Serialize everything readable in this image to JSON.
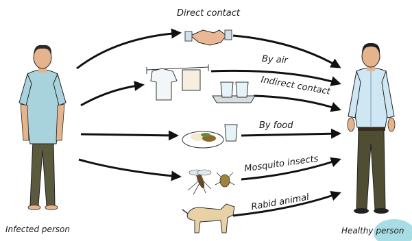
{
  "people": {
    "source_label": "Infected person",
    "target_label": "Healthy person"
  },
  "routes": [
    {
      "label": "Direct contact",
      "icon": "handshake-icon"
    },
    {
      "label": "By air",
      "icon": "clothesline-icon"
    },
    {
      "label": "Indirect contact",
      "icon": "tray-glasses-icon"
    },
    {
      "label": "By food",
      "icon": "food-plate-icon"
    },
    {
      "label": "Mosquito insects",
      "icon": "mosquito-icon"
    },
    {
      "label": "Rabid animal",
      "icon": "dog-icon"
    }
  ],
  "colors": {
    "arrow": "#111111",
    "shirt_sick": "#a9d3dc",
    "shirt_healthy": "#cfe6f3",
    "pants": "#5b5a3f",
    "skin": "#e6b48c",
    "accent_blob": "#a8dde6"
  }
}
